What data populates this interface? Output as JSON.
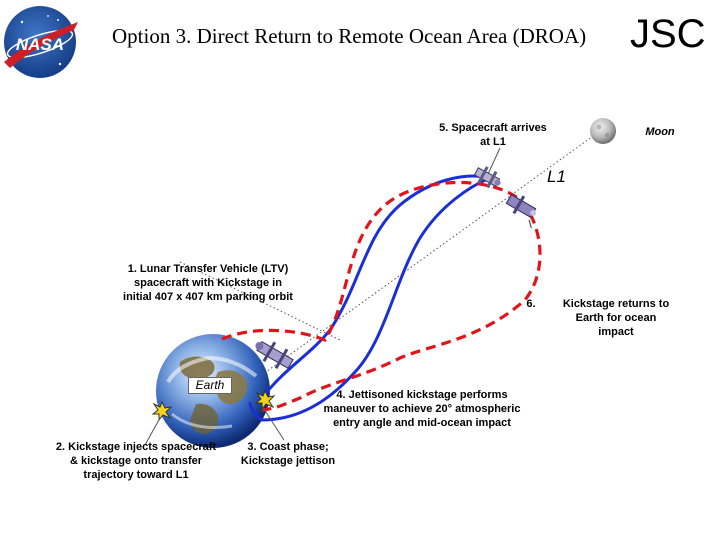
{
  "slide": {
    "title": "Option 3. Direct Return to Remote Ocean Area (DROA)",
    "org_mark": "JSC",
    "logo_text": "NASA"
  },
  "labels": {
    "moon": "Moon",
    "l1": "L1",
    "earth": "Earth",
    "step1": [
      "1.  Lunar Transfer Vehicle (LTV)",
      "spacecraft with Kickstage in",
      "initial 407 x 407 km parking orbit"
    ],
    "step2": [
      "2. Kickstage injects spacecraft",
      "& kickstage onto transfer",
      "trajectory toward L1"
    ],
    "step3": [
      "3.  Coast phase;",
      "Kickstage jettison"
    ],
    "step4": [
      "4. Jettisoned kickstage performs",
      "maneuver to achieve 20° atmospheric",
      "entry angle and mid-ocean impact"
    ],
    "step5": [
      "5.  Spacecraft arrives",
      "at L1"
    ],
    "step6": "6.",
    "kickstage_returns": [
      "Kickstage returns to",
      "Earth for ocean",
      "impact"
    ]
  },
  "colors": {
    "blue_trajectory": "#1a2fd6",
    "red_trajectory": "#e0141a",
    "logo_blue": "#1f4fa3",
    "logo_red": "#d01e25"
  }
}
